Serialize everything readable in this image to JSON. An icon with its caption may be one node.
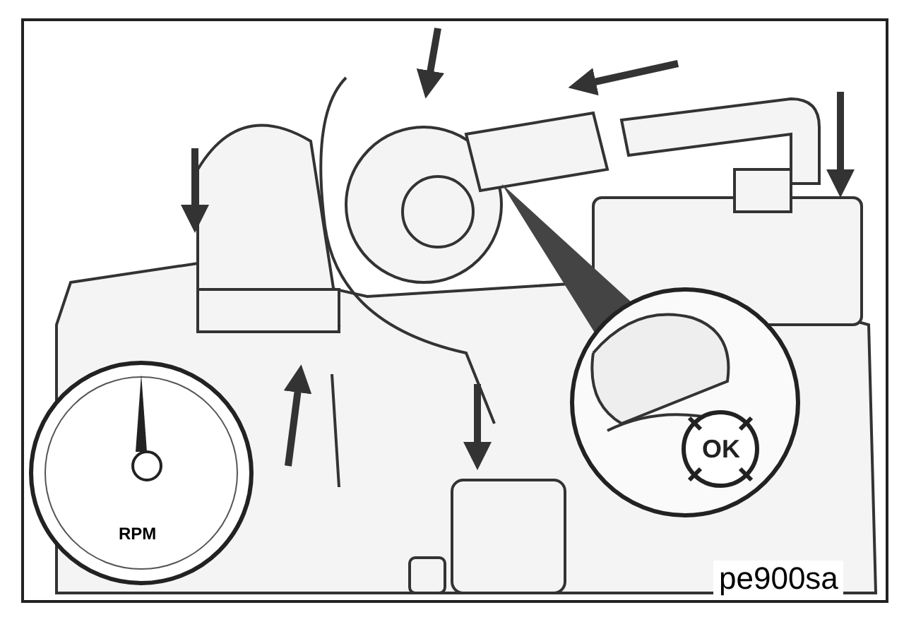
{
  "diagram": {
    "labels": [
      "RPM",
      "OK",
      "pe900sa"
    ]
  }
}
